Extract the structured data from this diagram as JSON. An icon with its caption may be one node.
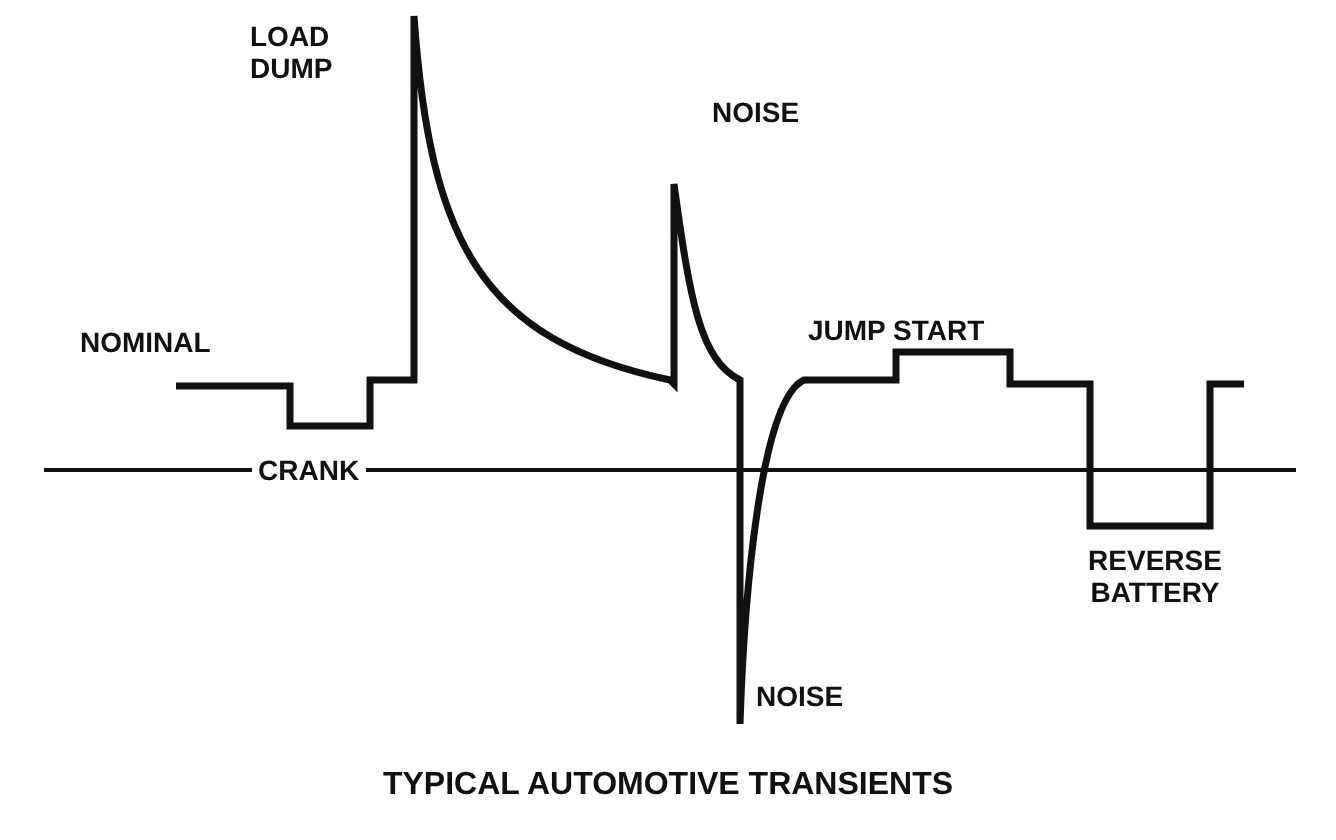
{
  "diagram": {
    "caption": "TYPICAL AUTOMOTIVE TRANSIENTS",
    "labels": [
      "LOAD DUMP",
      "NOISE",
      "NOMINAL",
      "JUMP START",
      "CRANK",
      "REVERSE BATTERY",
      "NOISE"
    ]
  }
}
